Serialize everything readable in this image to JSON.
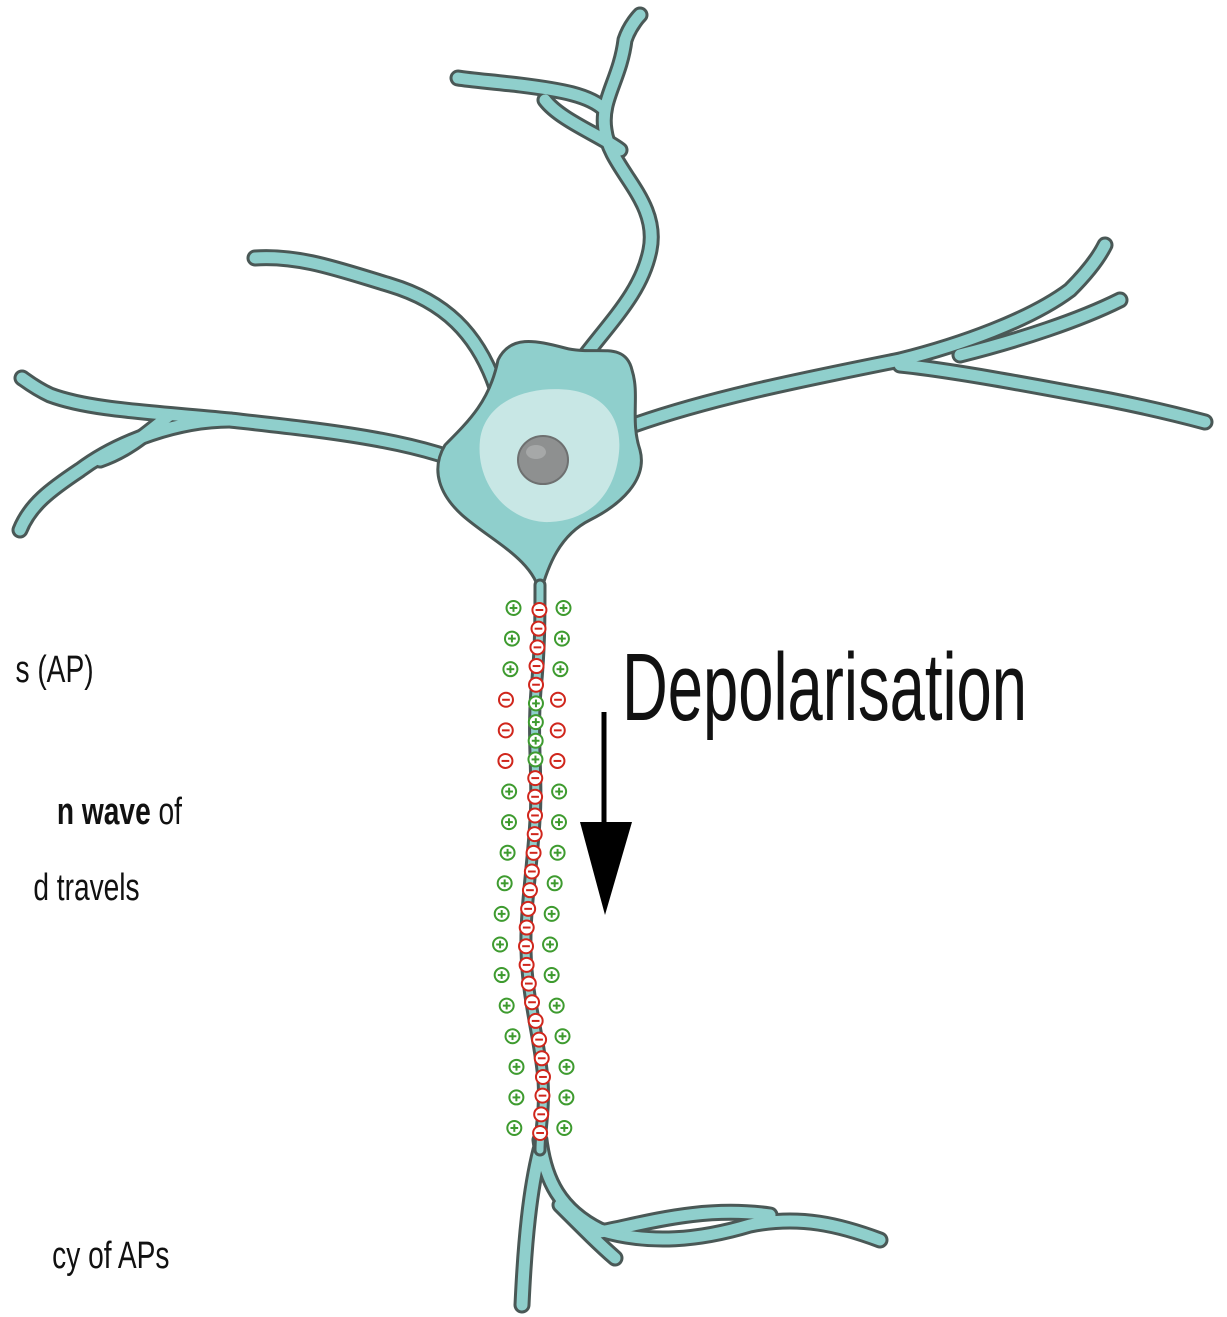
{
  "labels": {
    "depolarisation": "Depolarisation"
  },
  "side_text": {
    "line1": "s (AP)",
    "line2_bold": "n wave",
    "line2_rest": " of",
    "line3": "d travels",
    "line4": "cy of APs"
  },
  "colors": {
    "neuron_fill": "#8fcfcc",
    "neuron_outline": "#4a5856",
    "soma_inner": "#c8e7e5",
    "nucleus": "#8e9090",
    "positive_charge": "#3e9b2f",
    "negative_charge": "#d0261c",
    "text": "#111111"
  },
  "charges": {
    "outer_left": [
      "+",
      "+",
      "+",
      "-",
      "-",
      "-",
      "+",
      "+",
      "+",
      "+",
      "+",
      "+",
      "+",
      "+",
      "+",
      "+",
      "+",
      "+"
    ],
    "axon": [
      "-",
      "-",
      "-",
      "-",
      "-",
      "+",
      "+",
      "+",
      "+",
      "-",
      "-",
      "-",
      "-",
      "-",
      "-",
      "-",
      "-",
      "-",
      "-",
      "-",
      "-",
      "-",
      "-",
      "-",
      "-",
      "-",
      "-",
      "-",
      "-"
    ],
    "outer_right": [
      "+",
      "+",
      "+",
      "-",
      "-",
      "-",
      "+",
      "+",
      "+",
      "+",
      "+",
      "+",
      "+",
      "+",
      "+",
      "+",
      "+",
      "+"
    ]
  }
}
